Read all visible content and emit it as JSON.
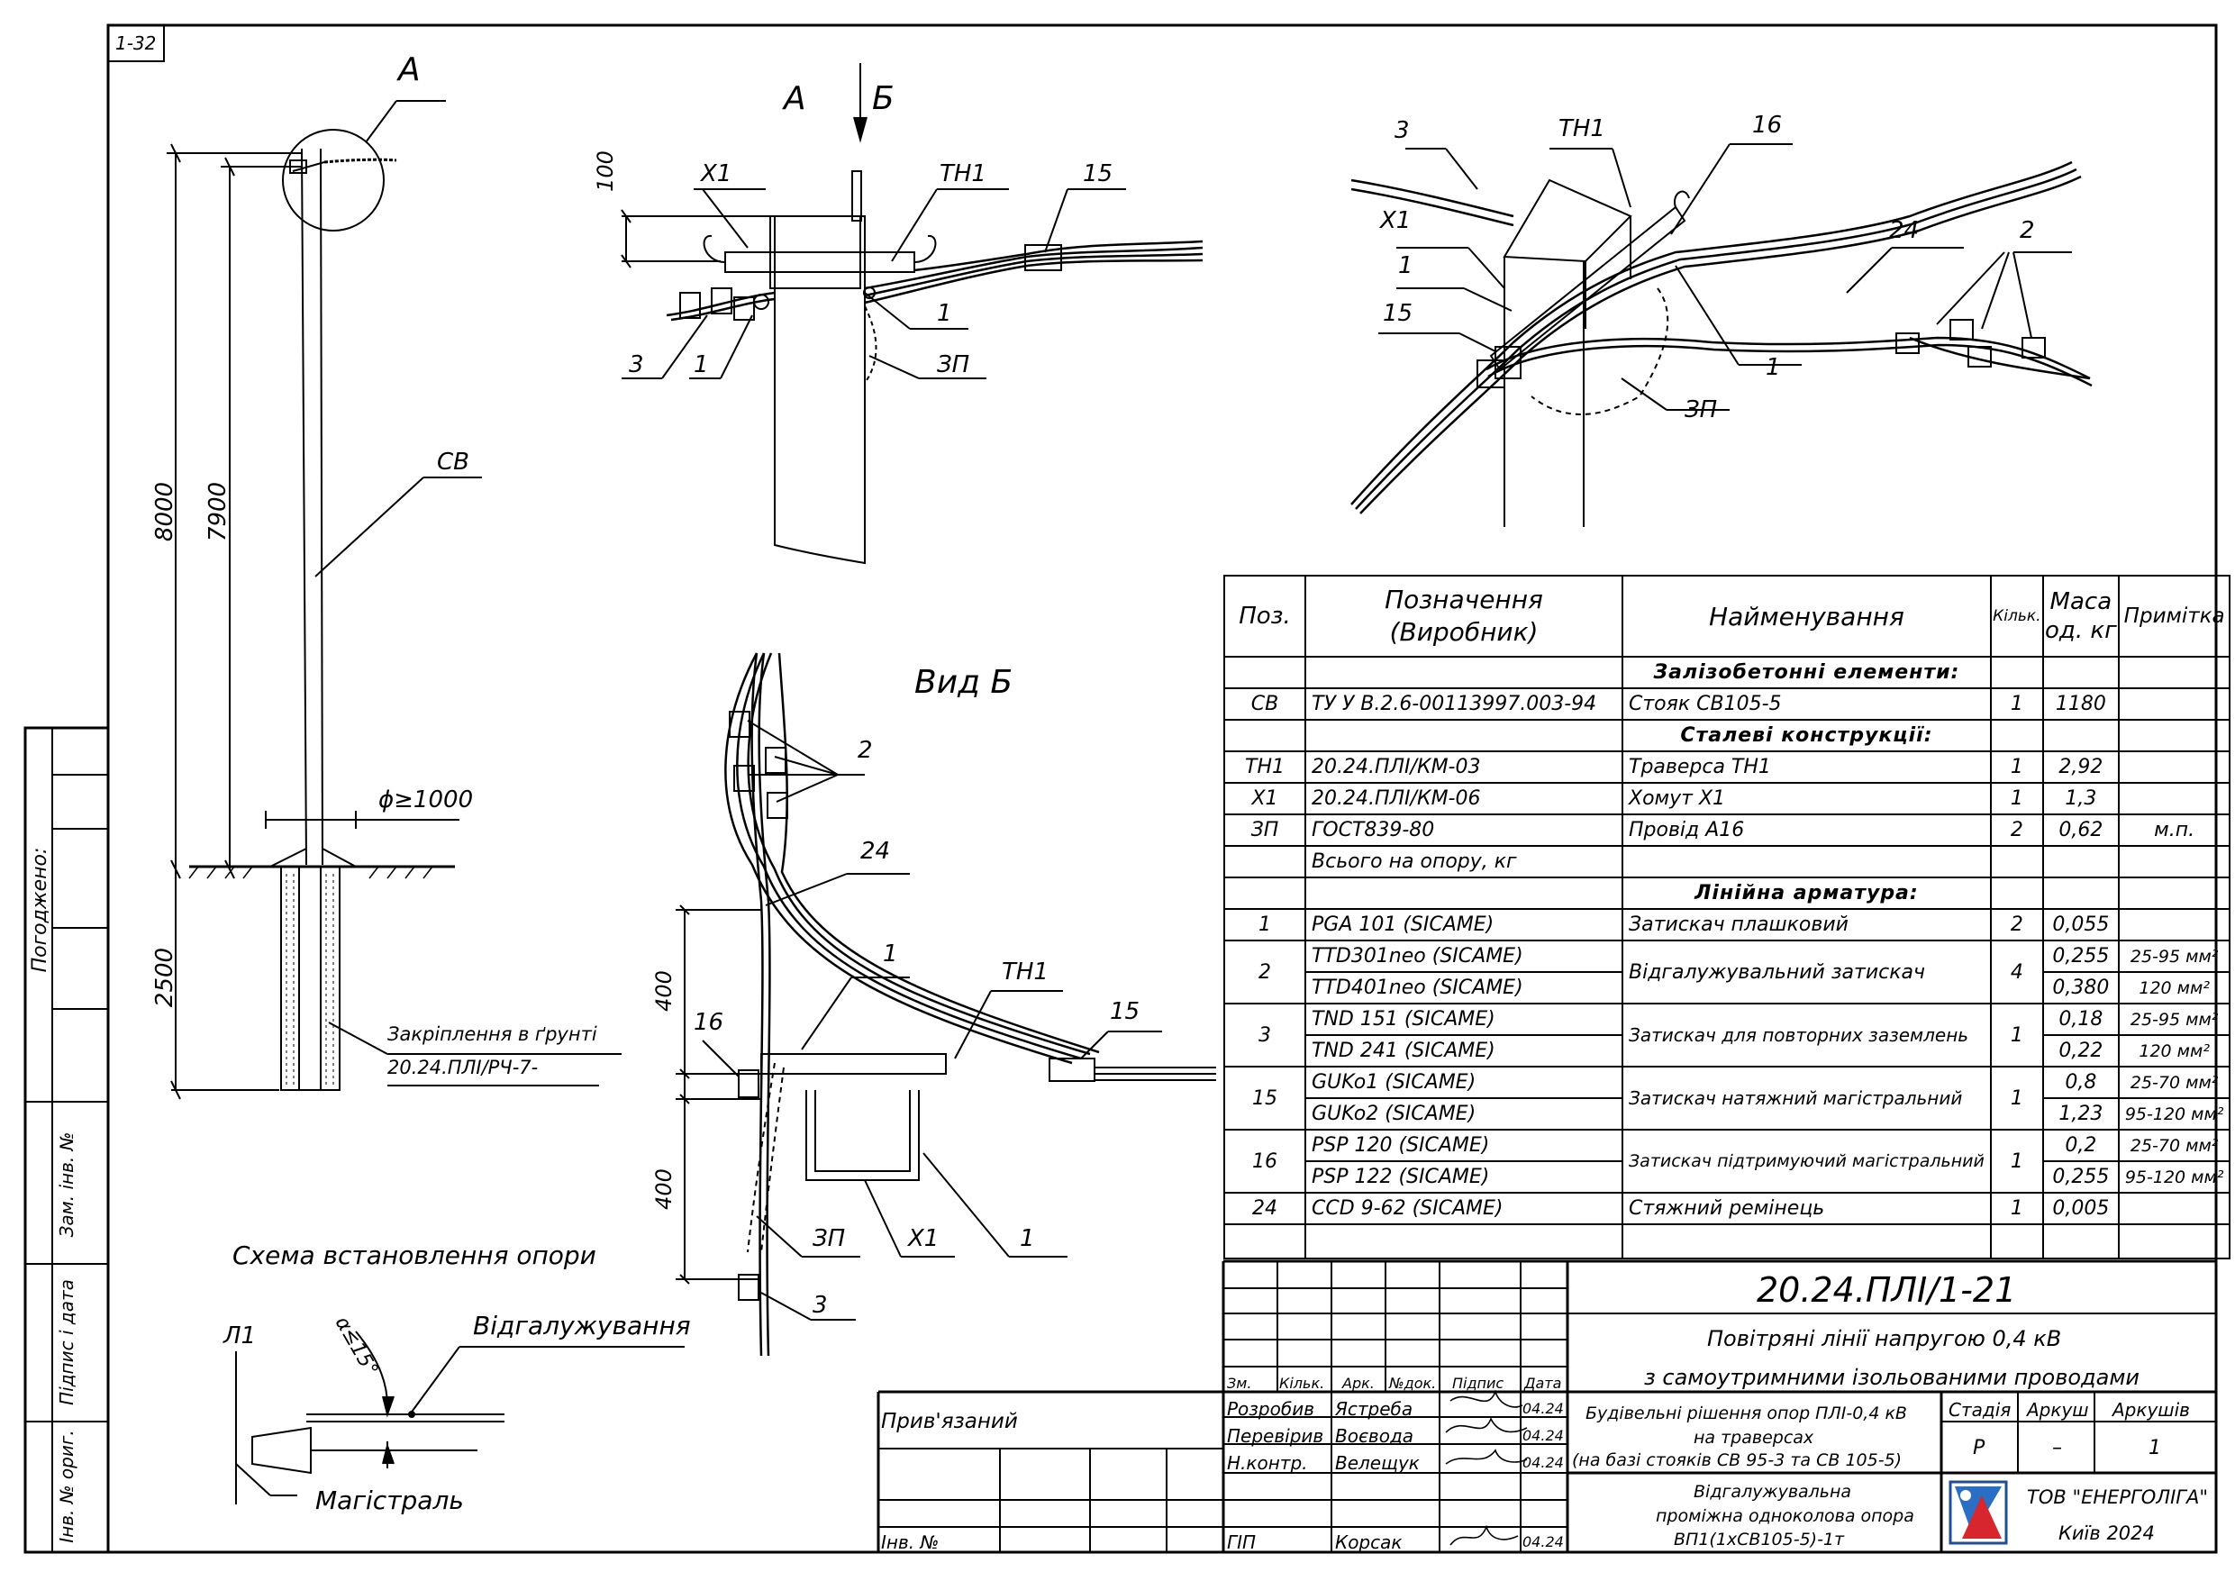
{
  "sheet_code": "1-32",
  "side_stamp": {
    "agreed": "Погоджено:",
    "replaced_inv": "Зам. інв. №",
    "sign_date": "Підпис і дата",
    "orig_inv": "Інв. № ориг."
  },
  "left_view": {
    "label_a": "A",
    "dim_8000": "8000",
    "dim_7900": "7900",
    "dim_2500": "2500",
    "label_cb": "СВ",
    "diam": "ϕ≥1000",
    "foundation_1": "Закріплення в ґрунті",
    "foundation_2": "20.24.ПЛІ/РЧ-7-",
    "caption": "Схема встановлення опори"
  },
  "detail_a": {
    "label_a": "A",
    "label_b": "Б",
    "dim_100": "100",
    "x1": "X1",
    "th1": "TH1",
    "p15": "15",
    "p1": "1",
    "p3": "3",
    "p1b": "1",
    "zp": "ЗП"
  },
  "iso_view": {
    "p3": "3",
    "th1": "TH1",
    "p16": "16",
    "x1": "X1",
    "p1": "1",
    "p24": "24",
    "p2": "2",
    "p15": "15",
    "p1b": "1",
    "zp": "ЗП"
  },
  "view_b": {
    "title": "Вид Б",
    "p2": "2",
    "p24": "24",
    "dim_400a": "400",
    "dim_400b": "400",
    "p1": "1",
    "th1": "TH1",
    "p16": "16",
    "p15": "15",
    "zp": "ЗП",
    "x1": "X1",
    "p1b": "1",
    "p3": "3"
  },
  "branch_scheme": {
    "l1": "Л1",
    "angle": "α≤15°",
    "branch": "Відгалужування",
    "main": "Магістраль"
  },
  "spec": {
    "headers": [
      "Поз.",
      "Позначення (Виробник)",
      "Найменування",
      "Кільк.",
      "Маса од. кг",
      "Примітка"
    ],
    "sections": {
      "concrete": "Залізобетонні елементи:",
      "steel": "Сталеві конструкції:",
      "fittings": "Лінійна арматура:"
    },
    "rows_concrete": [
      {
        "pos": "СВ",
        "code": "ТУ У В.2.6-00113997.003-94",
        "name": "Стояк СВ105-5",
        "qty": "1",
        "mass": "1180",
        "note": ""
      }
    ],
    "rows_steel": [
      {
        "pos": "TH1",
        "code": "20.24.ПЛІ/КМ-03",
        "name": "Траверса ТН1",
        "qty": "1",
        "mass": "2,92",
        "note": ""
      },
      {
        "pos": "X1",
        "code": "20.24.ПЛІ/КМ-06",
        "name": "Хомут Х1",
        "qty": "1",
        "mass": "1,3",
        "note": ""
      },
      {
        "pos": "ЗП",
        "code": "ГОСТ839-80",
        "name": "Провід А16",
        "qty": "2",
        "mass": "0,62",
        "note": "м.п."
      }
    ],
    "total": "Всього на опору, кг",
    "rows_fittings": [
      {
        "pos": "1",
        "codes": [
          "PGA 101  (SICAME)"
        ],
        "name": "Затискач плашковий",
        "qty": "2",
        "masses": [
          "0,055"
        ],
        "notes": [
          ""
        ]
      },
      {
        "pos": "2",
        "codes": [
          "TTD301neo  (SICAME)",
          "TTD401neo  (SICAME)"
        ],
        "name": "Відгалужувальний затискач",
        "qty": "4",
        "masses": [
          "0,255",
          "0,380"
        ],
        "notes": [
          "25-95 мм²",
          "120 мм²"
        ]
      },
      {
        "pos": "3",
        "codes": [
          "TND 151  (SICAME)",
          "TND 241  (SICAME)"
        ],
        "name": "Затискач для повторних заземлень",
        "qty": "1",
        "masses": [
          "0,18",
          "0,22"
        ],
        "notes": [
          "25-95 мм²",
          "120 мм²"
        ]
      },
      {
        "pos": "15",
        "codes": [
          "GUKo1  (SICAME)",
          "GUKo2  (SICAME)"
        ],
        "name": "Затискач натяжний магістральний",
        "qty": "1",
        "masses": [
          "0,8",
          "1,23"
        ],
        "notes": [
          "25-70 мм²",
          "95-120 мм²"
        ]
      },
      {
        "pos": "16",
        "codes": [
          "PSP 120  (SICAME)",
          "PSP 122  (SICAME)"
        ],
        "name": "Затискач підтримуючий магістральний",
        "qty": "1",
        "masses": [
          "0,2",
          "0,255"
        ],
        "notes": [
          "25-70 мм²",
          "95-120 мм²"
        ]
      },
      {
        "pos": "24",
        "codes": [
          "CCD 9-62  (SICAME)"
        ],
        "name": "Стяжний ремінець",
        "qty": "1",
        "masses": [
          "0,005"
        ],
        "notes": [
          ""
        ]
      }
    ]
  },
  "title_block": {
    "doc_code": "20.24.ПЛІ/1-21",
    "title_1": "Повітряні лінії напругою 0,4 кВ",
    "title_2": "з самоутримними ізольованими проводами",
    "cols": [
      "Зм.",
      "Кільк.",
      "Арк.",
      "№док.",
      "Підпис",
      "Дата"
    ],
    "people": [
      {
        "role": "Розробив",
        "name": "Ястреба",
        "date": "04.24"
      },
      {
        "role": "Перевірив",
        "name": "Воєвода",
        "date": "04.24"
      },
      {
        "role": "Н.контр.",
        "name": "Велещук",
        "date": "04.24"
      },
      {
        "role": "ГІП",
        "name": "Корсак",
        "date": "04.24"
      }
    ],
    "subject_1": "Будівельні рішення опор ПЛІ-0,4 кВ",
    "subject_2": "на траверсах",
    "subject_3": "(на базі стояків СВ 95-3 та СВ 105-5)",
    "stage_h": "Стадія",
    "sheet_h": "Аркуш",
    "sheets_h": "Аркушів",
    "stage": "Р",
    "sheet": "–",
    "sheets": "1",
    "drawing_1": "Відгалужувальна",
    "drawing_2": "проміжна одноколова опора",
    "drawing_3": "ВП1(1хСВ105-5)-1т",
    "company": "ТОВ \"ЕНЕРГОЛІГА\"",
    "city": "Київ 2024",
    "bound": "Прив'язаний",
    "inv": "Інв. №"
  }
}
